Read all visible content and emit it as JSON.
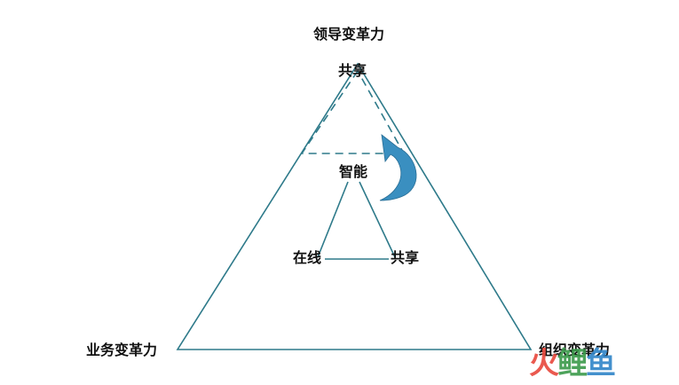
{
  "labels": {
    "top": "领导变革力",
    "bottom_left": "业务变革力",
    "bottom_right": "组织变革力",
    "dashed_apex": "共享",
    "inner_top": "智能",
    "inner_left": "在线",
    "inner_right": "共享"
  },
  "watermark": {
    "char1": "火",
    "char2": "鲤",
    "char3": "鱼"
  },
  "colors": {
    "triangle_stroke": "#2e7a8a",
    "arrow_fill": "#3a8fc0",
    "text": "#111111",
    "watermark_char1": "#e8483c",
    "watermark_char2": "#3a9a4a",
    "watermark_char3": "#2f84c8"
  }
}
